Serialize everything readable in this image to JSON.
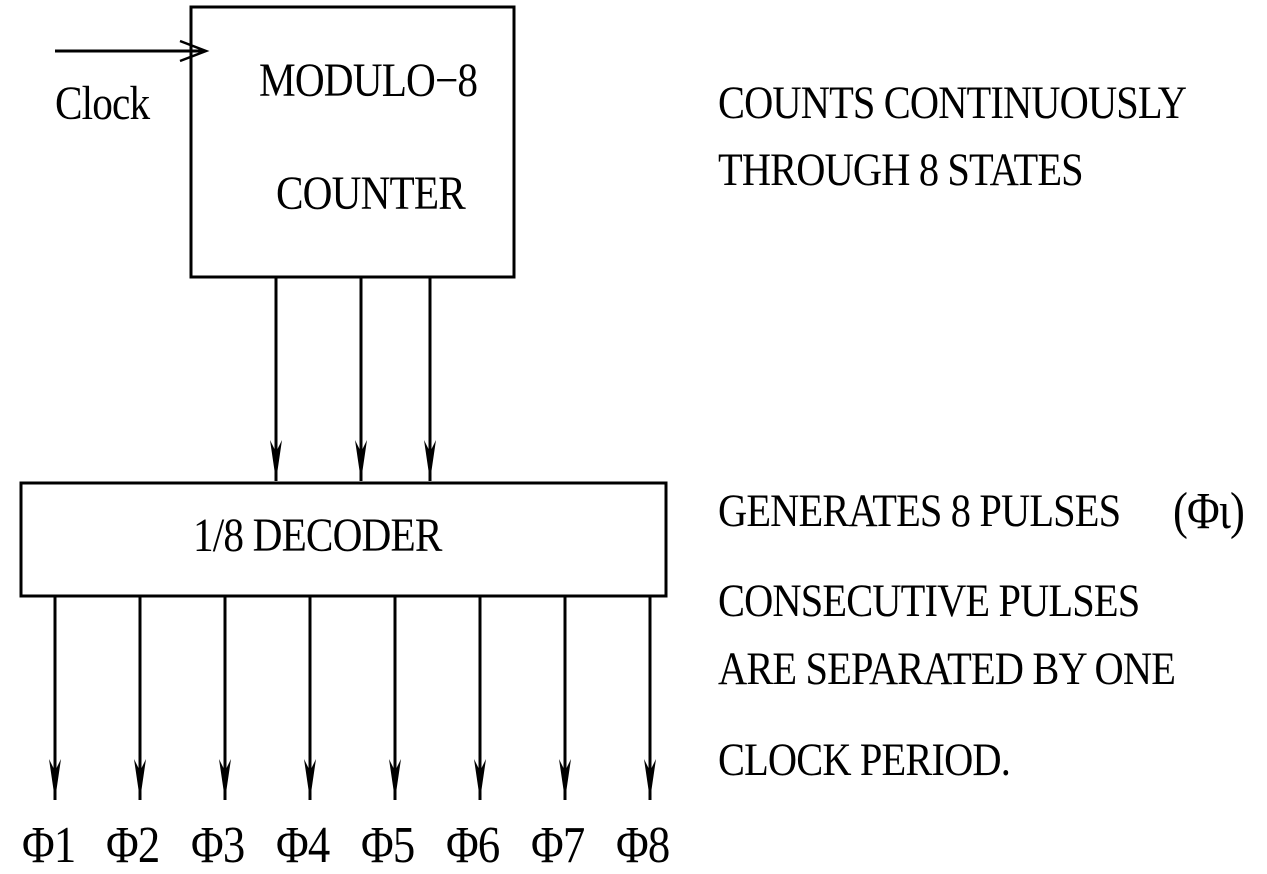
{
  "clock_label": "Clock",
  "counter": {
    "line1": "MODULO−8",
    "line2": "COUNTER"
  },
  "decoder": {
    "label": "1/8 DECODER"
  },
  "outputs": [
    "Φ1",
    "Φ2",
    "Φ3",
    "Φ4",
    "Φ5",
    "Φ6",
    "Φ7",
    "Φ8"
  ],
  "notes": {
    "counts_line1": "COUNTS CONTINUOUSLY",
    "counts_line2": "THROUGH 8 STATES",
    "generates": "GENERATES 8 PULSES",
    "phi_symbol": "(Φι)",
    "consecutive_line1": "CONSECUTIVE PULSES",
    "consecutive_line2": "ARE SEPARATED BY ONE",
    "consecutive_line3": "CLOCK PERIOD."
  }
}
